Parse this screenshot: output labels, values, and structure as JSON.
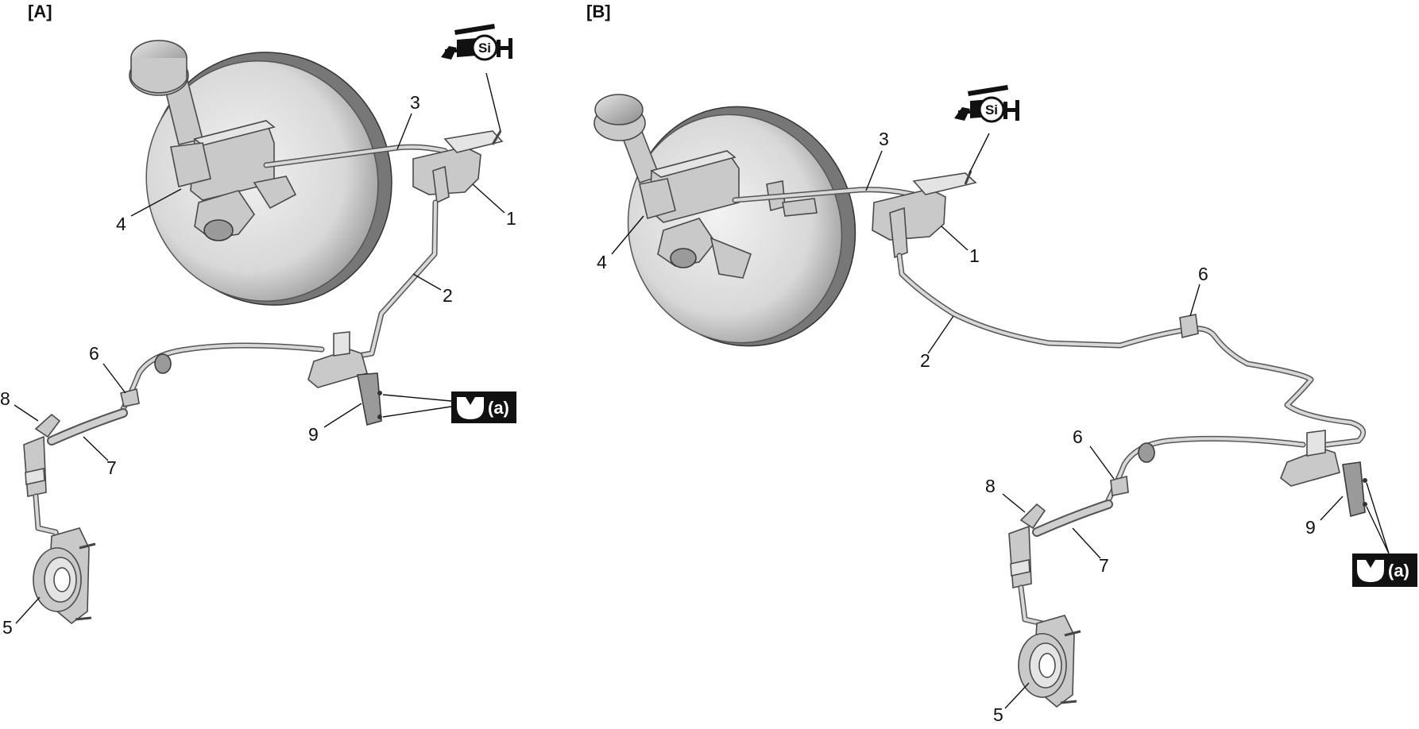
{
  "views": [
    {
      "label": "[A]",
      "callouts": [
        "1",
        "2",
        "3",
        "4",
        "5",
        "6",
        "7",
        "8",
        "9"
      ],
      "sealant_symbol": "Si",
      "torque_badge": "(a)"
    },
    {
      "label": "[B]",
      "callouts": [
        "1",
        "2",
        "3",
        "4",
        "5",
        "6",
        "7",
        "8",
        "9"
      ],
      "sealant_symbol": "Si",
      "torque_badge": "(a)"
    }
  ],
  "icons": {
    "sealant": "sealant-gun-icon",
    "torque": "wrench-icon"
  },
  "colors": {
    "line": "#111111",
    "part_fill": "#c9c9c9",
    "badge_bg": "#111111"
  }
}
